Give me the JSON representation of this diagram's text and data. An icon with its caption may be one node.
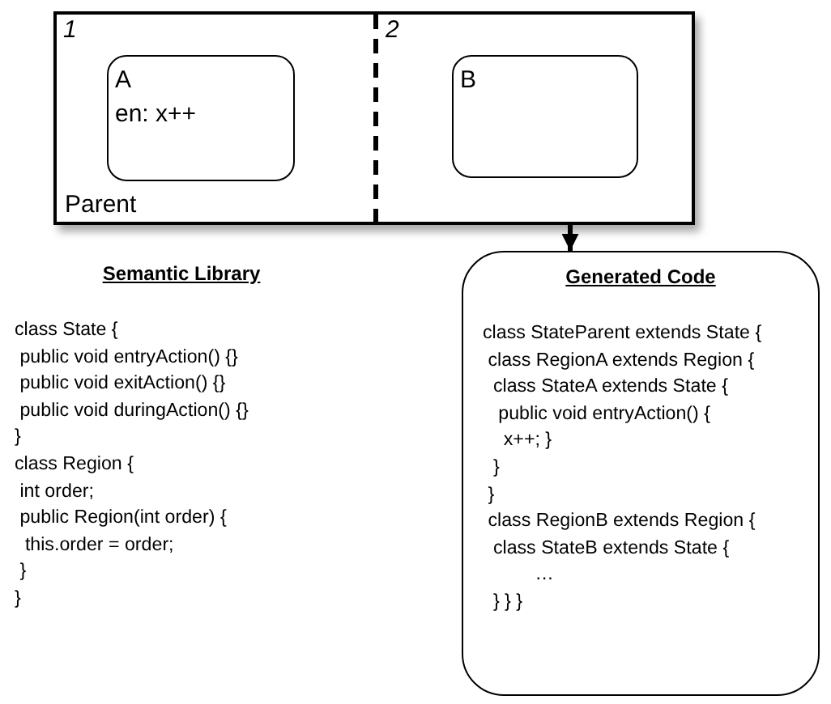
{
  "diagram": {
    "nodes": [
      {
        "text": [
          "Parent"
        ]
      },
      {
        "text": [
          "1"
        ],
        "in": 0
      },
      {
        "text": [
          "A",
          "en: x++"
        ],
        "in": 1
      },
      {
        "text": [
          "2"
        ],
        "in": 0
      },
      {
        "text": [
          "B"
        ],
        "in": 3
      },
      {
        "text": [
          "Generated Code",
          "class StateParent extends State {",
          " class RegionA extends Region {",
          "  class StateA extends State {",
          "   public void entryAction() {",
          "    x++; }",
          "  }",
          " }",
          " class RegionB extends Region {",
          "  class StateB extends State {",
          "          …",
          "  } } }"
        ]
      }
    ],
    "edges": [
      {
        "from": 0,
        "to": 5,
        "arrow": "to"
      }
    ],
    "labels": [
      "Semantic Library",
      "class State {",
      " public void entryAction() {}",
      " public void exitAction() {}",
      " public void duringAction() {}",
      "}",
      "class Region {",
      " int order;",
      " public Region(int order) {",
      "  this.order = order;",
      " }",
      "}"
    ]
  }
}
